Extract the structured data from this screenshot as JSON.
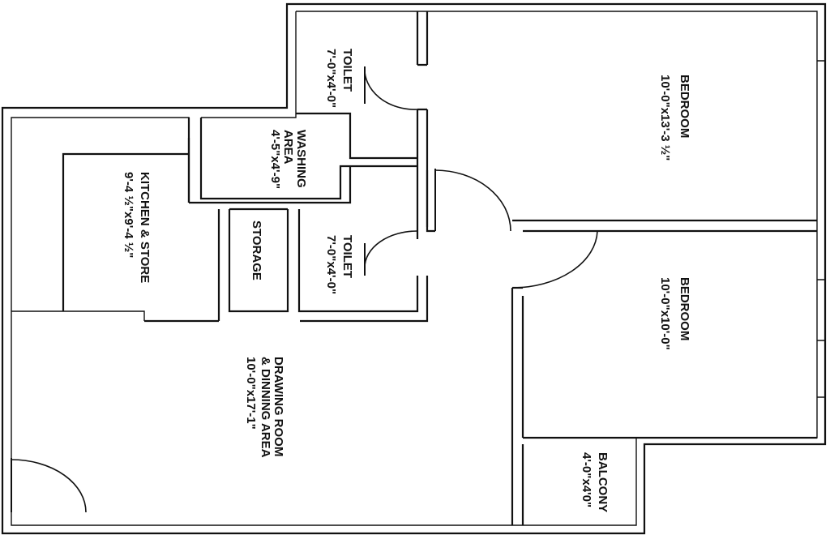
{
  "rooms": {
    "toilet_top": {
      "name": "TOILET",
      "size": "7'-0\"x4'-0\""
    },
    "bedroom_1": {
      "name": "BEDROOM",
      "size": "10'-0\"x13'-3 ½\""
    },
    "washing": {
      "name_line1": "WASHING",
      "name_line2": "AREA",
      "size": "4'-5\"x4'-9\""
    },
    "kitchen": {
      "name": "KITCHEN & STORE",
      "size": "9'-4 ½\"x9'-4 ½\""
    },
    "storage": {
      "name": "STORAGE"
    },
    "toilet_mid": {
      "name": "TOILET",
      "size": "7'-0\"x4'-0\""
    },
    "bedroom_2": {
      "name": "BEDROOM",
      "size": "10'-0\"x10'-0\""
    },
    "drawing": {
      "name_line1": "DRAWING ROOM",
      "name_line2": "& DINNING AREA",
      "size": "10'-0\"x17'-1\""
    },
    "balcony": {
      "name": "BALCONY",
      "size": "4'-0\"x4'0\""
    }
  }
}
